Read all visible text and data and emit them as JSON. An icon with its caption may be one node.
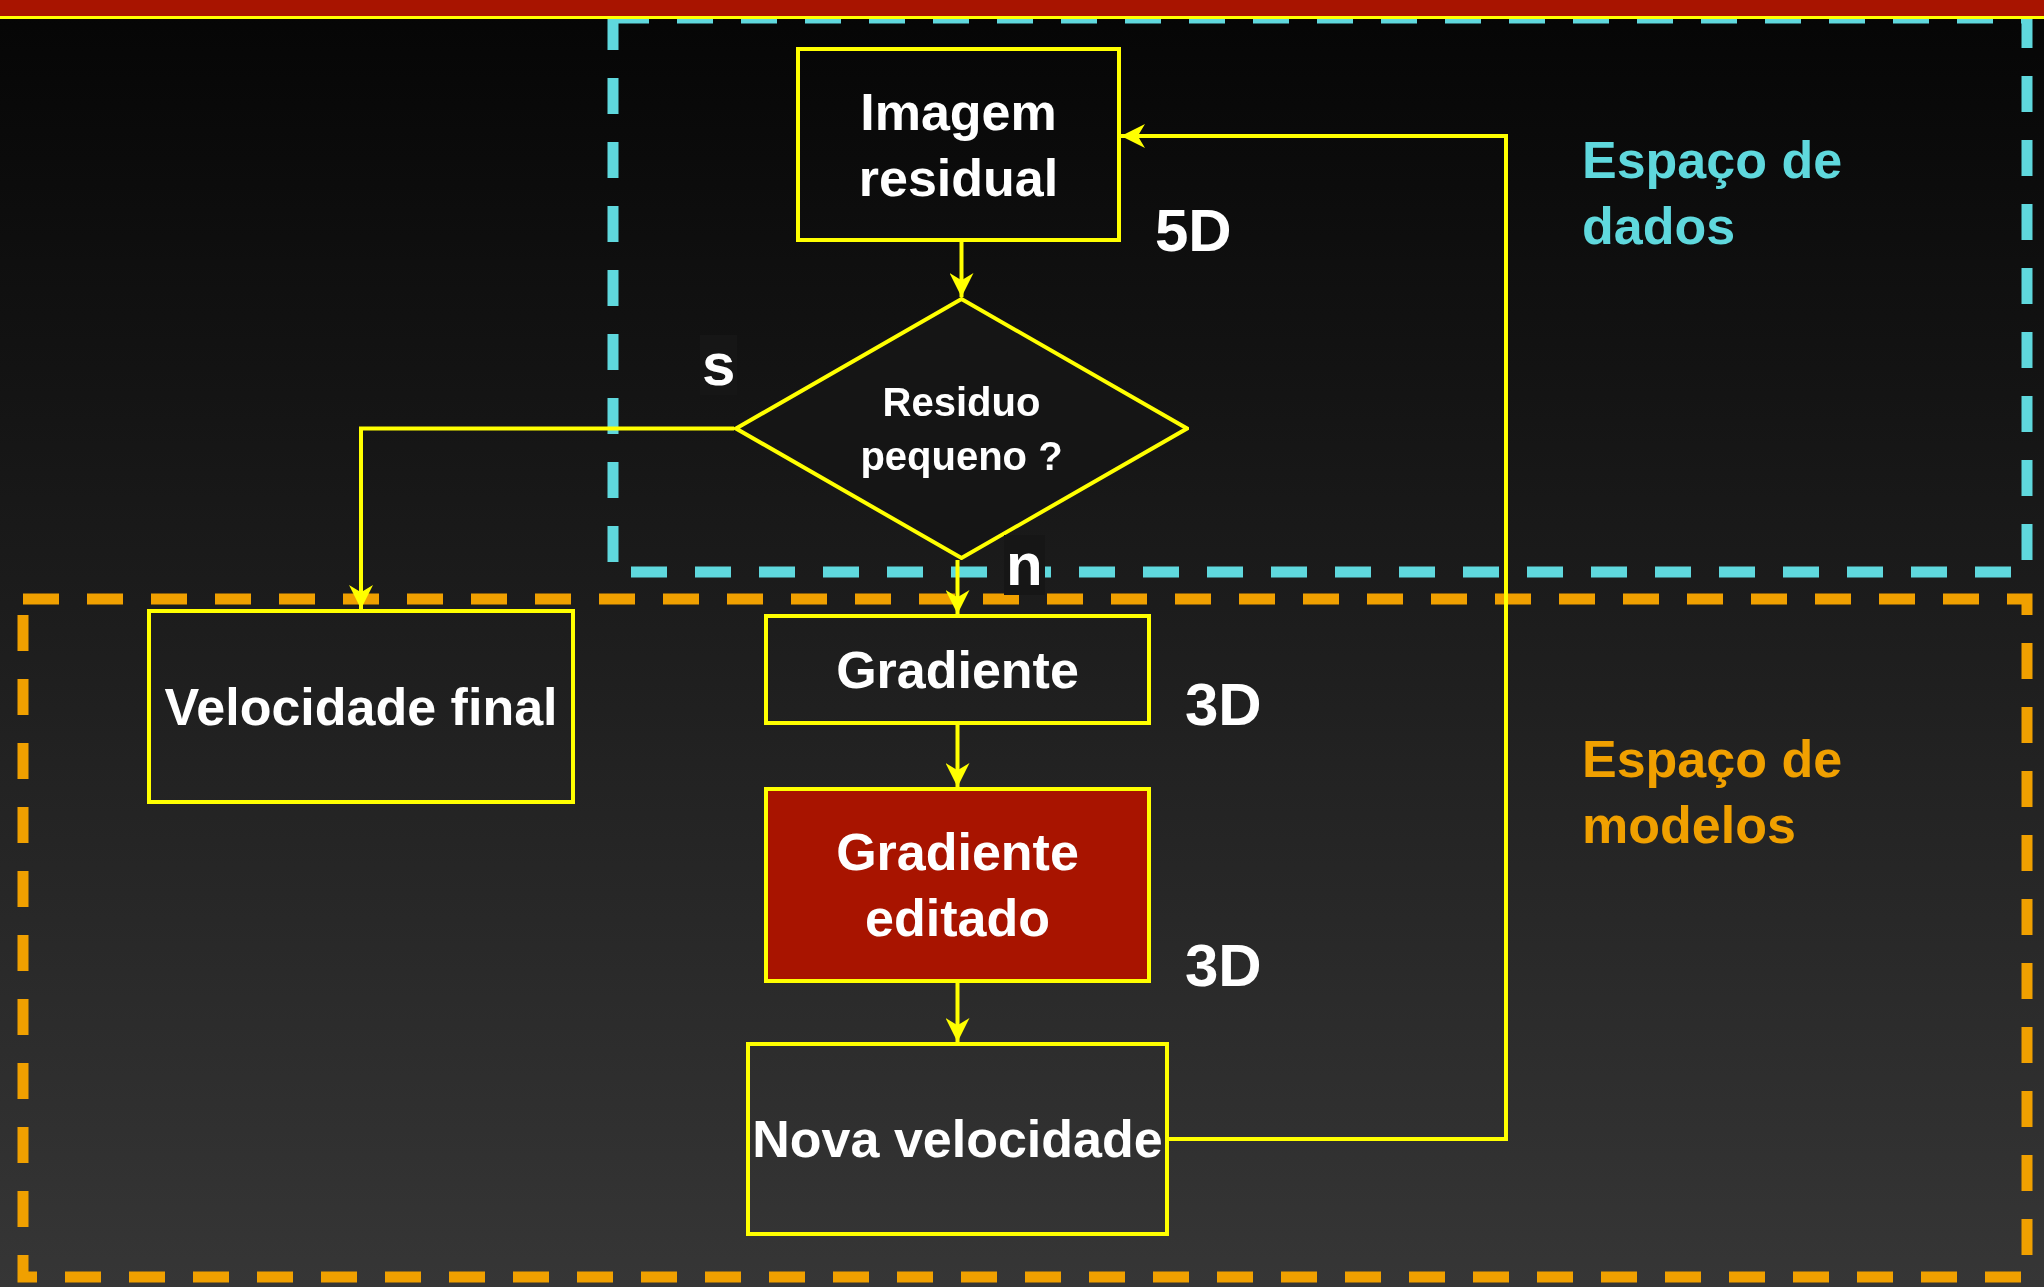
{
  "diagram": {
    "nodes": [
      {
        "text": [
          "Espaço de dados"
        ]
      },
      {
        "text": [
          "Espaço de modelos"
        ]
      },
      {
        "text": [
          "Imagem residual"
        ],
        "in": 0,
        "beside": [
          "5D"
        ]
      },
      {
        "text": [
          "Residuo pequeno ?"
        ],
        "in": 0
      },
      {
        "text": [
          "Velocidade final"
        ],
        "in": 1
      },
      {
        "text": [
          "Gradiente"
        ],
        "in": 1,
        "beside": [
          "3D"
        ]
      },
      {
        "text": [
          "Gradiente editado"
        ],
        "in": 1,
        "beside": [
          "3D"
        ]
      },
      {
        "text": [
          "Nova velocidade"
        ],
        "in": 1
      },
      {
        "text": [],
        "shape": "bar"
      }
    ],
    "edges": [
      {
        "from": 2,
        "to": 3,
        "arrow": "to"
      },
      {
        "from": 3,
        "to": 4,
        "arrow": "to",
        "label": "s"
      },
      {
        "from": 3,
        "to": 5,
        "arrow": "to",
        "label": "n"
      },
      {
        "from": 5,
        "to": 6,
        "arrow": "to"
      },
      {
        "from": 6,
        "to": 7,
        "arrow": "to"
      },
      {
        "from": 7,
        "to": 2,
        "arrow": "to"
      }
    ]
  }
}
